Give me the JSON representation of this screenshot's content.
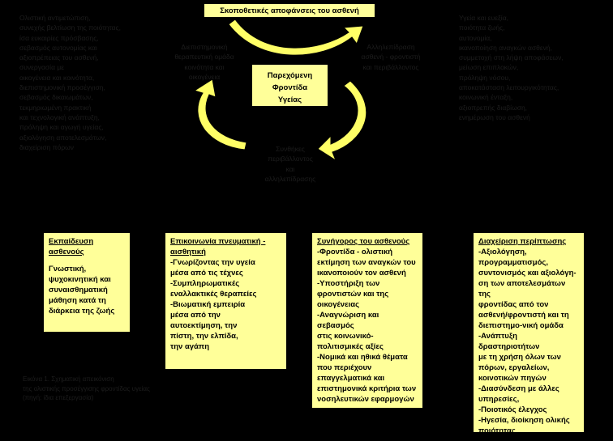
{
  "top_title": "Σκοποθετικές αποφάνσεις του ασθενή",
  "center": [
    "Παρεχόμενη",
    "Φροντίδα",
    "Υγείας"
  ],
  "left_text": [
    "Ολιστική αντιμετώπιση,",
    "συνεχής βελτίωση της ποιότητας,",
    "ίσα ευκαιρίες πρόσβασης,",
    "σεβασμός αυτονομίας και",
    "αξιοπρέπειας του ασθενή,",
    "συνεργασία με",
    "οικογένεια και κοινότητα,",
    "διεπιστημονική προσέγγιση,",
    "σεβασμός δικαιωμάτων,",
    "τεκμηριωμένη πρακτική",
    "και τεχνολογική ανάπτυξη,",
    "πρόληψη και αγωγή υγείας,",
    "αξιολόγηση αποτελεσμάτων,",
    "διαχείριση πόρων"
  ],
  "right_text": [
    "Υγεία και ευεξία,",
    "ποιότητα ζωής,",
    "αυτονομία,",
    "ικανοποίηση αναγκών ασθενή,",
    "συμμετοχή στη λήψη αποφάσεων,",
    "μείωση επιπλοκών,",
    "πρόληψη νόσου,",
    "αποκατάσταση λειτουργικότητας,",
    "κοινωνική ένταξη,",
    "αξιοπρεπής διαβίωση,",
    "ενημέρωση του ασθενή"
  ],
  "mid_left": [
    "Διεπιστημονική",
    "θεραπευτική ομάδα",
    "κοινότητα και",
    "οικογένεια"
  ],
  "mid_right": [
    "Αλληλεπίδραση",
    "ασθενή - φροντιστή",
    "και περιβάλλοντος"
  ],
  "mid_bottom": [
    "Συνθήκες",
    "περιβάλλοντος",
    "και",
    "αλληλεπίδρασης"
  ],
  "footnote": [
    "Εικόνα 1. Σχηματική απεικόνιση",
    "της ολιστικής προσέγγισης φροντίδας υγείας",
    "(πηγή: ίδια επεξεργασία)"
  ],
  "boxes": [
    {
      "title": "Εκπαίδευση ασθενούς",
      "lines": [
        "Γνωστική,",
        "ψυχοκινητική και",
        "συναισθηματική",
        "μάθηση κατά τη",
        "διάρκεια της ζωής"
      ]
    },
    {
      "title": "Επικοινωνία πνευματική - αισθητική",
      "lines": [
        "-Γνωρίζοντας την υγεία",
        "μέσα από τις τέχνες",
        "-Συμπληρωματικές",
        "εναλλακτικές θεραπείες",
        "-Βιωματική εμπειρία",
        "μέσα από την",
        "αυτοεκτίμηση, την",
        "πίστη, την ελπίδα,",
        "την αγάπη"
      ]
    },
    {
      "title": "Συνήγορος του ασθενούς",
      "lines": [
        "-Φροντίδα - ολιστική",
        "εκτίμηση των αναγκών του",
        "ικανοποιούν τον ασθενή",
        "-Υποστήριξη των",
        "φροντιστών και της",
        "οικογένειας",
        "-Αναγνώριση και σεβασμός",
        "στις κοινωνικό-",
        "πολιτισμικές αξίες",
        "-Νομικά και ηθικά θέματα",
        "που περιέχουν",
        "επαγγελματικά και",
        "επιστημονικά κριτήρια των",
        "νοσηλευτικών εφαρμογών"
      ]
    },
    {
      "title": "Διαχείριση περίπτωσης",
      "lines": [
        "-Αξιολόγηση,",
        "προγραμματισμός,",
        "συντονισμός και αξιολόγη-",
        "ση των αποτελεσμάτων της",
        "φροντίδας από τον",
        "ασθενή/φροντιστή και τη",
        "διεπιστημο-νική ομάδα",
        "-Ανάπτυξη δραστηριοτήτων",
        "με τη χρήση όλων των",
        "πόρων, εργαλείων,",
        "κοινοτικών πηγών",
        "-Διασύνδεση με άλλες",
        "υπηρεσίες,",
        "-Ποιοτικός έλεγχος",
        "-Ηγεσία, διοίκηση ολικής",
        "ποιότητας"
      ]
    }
  ]
}
